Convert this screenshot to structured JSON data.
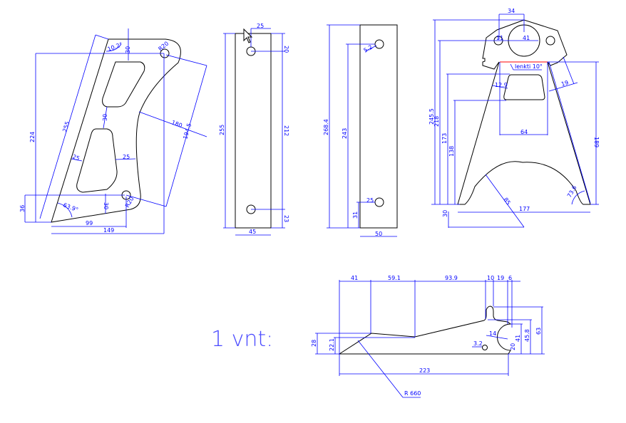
{
  "colors": {
    "outline": "#000000",
    "dimension": "#0000ff",
    "bend_line": "#ff0000",
    "background": "#ffffff"
  },
  "view1": {
    "angle_top": "10.2°",
    "d30_top": "30",
    "r_top": "R20",
    "h224": "224",
    "l255": "255",
    "web30": "30",
    "r180": "180",
    "l194": "194.5",
    "w25_left": "25",
    "w25_right": "25",
    "h36": "36",
    "angle_bottom": "63.9°",
    "d30_bottom": "30",
    "r_bottom": "R20",
    "w99": "99",
    "w149": "149"
  },
  "view2": {
    "d25": "25",
    "d20": "20",
    "h255": "255",
    "h212": "212",
    "d23": "23",
    "w45": "45"
  },
  "view3": {
    "d5": "5.2",
    "h268": "268.4",
    "h243": "243",
    "h31": "31",
    "d25": "25",
    "w50": "50"
  },
  "view4": {
    "w34": "34",
    "d41": "41",
    "d11": "11",
    "bend_note": "lenkti 10°",
    "d12": "12.9",
    "d19": "19",
    "h245": "245.5",
    "h218": "218",
    "h173": "173",
    "h138": "138",
    "w64": "64",
    "h189": "189",
    "r85": "85",
    "a73": "73.6",
    "w177": "177",
    "h30": "30"
  },
  "view5": {
    "w41": "41",
    "w59": "59.1",
    "w93": "93.9",
    "w10": "10",
    "w19": "19",
    "w6": "6",
    "h28": "28",
    "h22": "22.1",
    "d14": "14",
    "d3": "3.2",
    "r20": "20",
    "h41": "41",
    "h45": "45.8",
    "h63": "63",
    "w223": "223",
    "r660": "R 660"
  },
  "quantity_label": "1 vnt:"
}
